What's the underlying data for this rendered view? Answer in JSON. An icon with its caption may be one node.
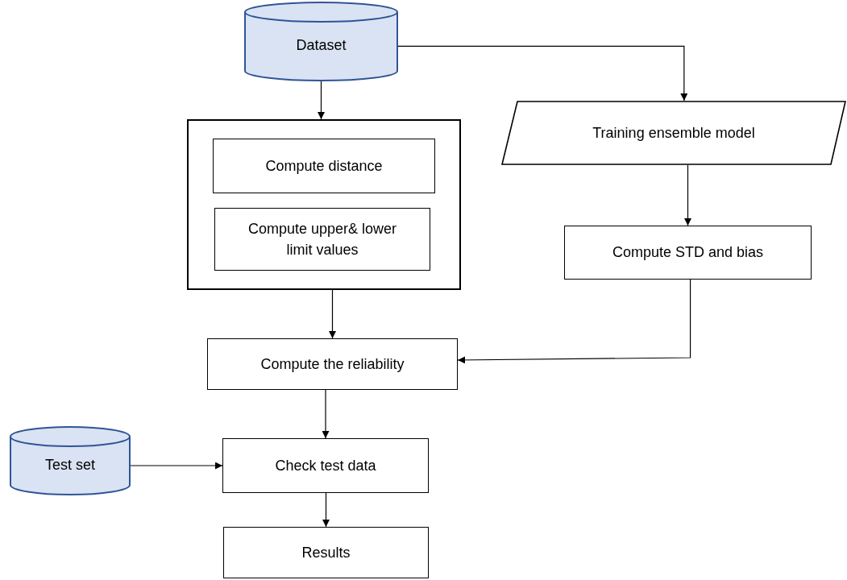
{
  "diagram": {
    "nodes": [
      {
        "text": [
          "Dataset"
        ]
      },
      {
        "text": [],
        "shape": "box"
      },
      {
        "text": [
          "Compute distance"
        ],
        "in": 1
      },
      {
        "text": [
          "Compute upper& lower limit values"
        ],
        "in": 1
      },
      {
        "text": [
          "Training ensemble model"
        ]
      },
      {
        "text": [
          "Compute STD and bias"
        ]
      },
      {
        "text": [
          "Compute the reliability"
        ]
      },
      {
        "text": [
          "Test set"
        ]
      },
      {
        "text": [
          "Check test data"
        ]
      },
      {
        "text": [
          "Results"
        ]
      }
    ],
    "edges": [
      {
        "from": 0,
        "to": 1,
        "arrow": "to"
      },
      {
        "from": 0,
        "to": 4,
        "arrow": "to"
      },
      {
        "from": 1,
        "to": 6,
        "arrow": "to"
      },
      {
        "from": 4,
        "to": 5,
        "arrow": "to"
      },
      {
        "from": 5,
        "to": 6,
        "arrow": "to"
      },
      {
        "from": 6,
        "to": 8,
        "arrow": "to"
      },
      {
        "from": 7,
        "to": 8,
        "arrow": "to"
      },
      {
        "from": 8,
        "to": 9,
        "arrow": "to"
      }
    ]
  }
}
